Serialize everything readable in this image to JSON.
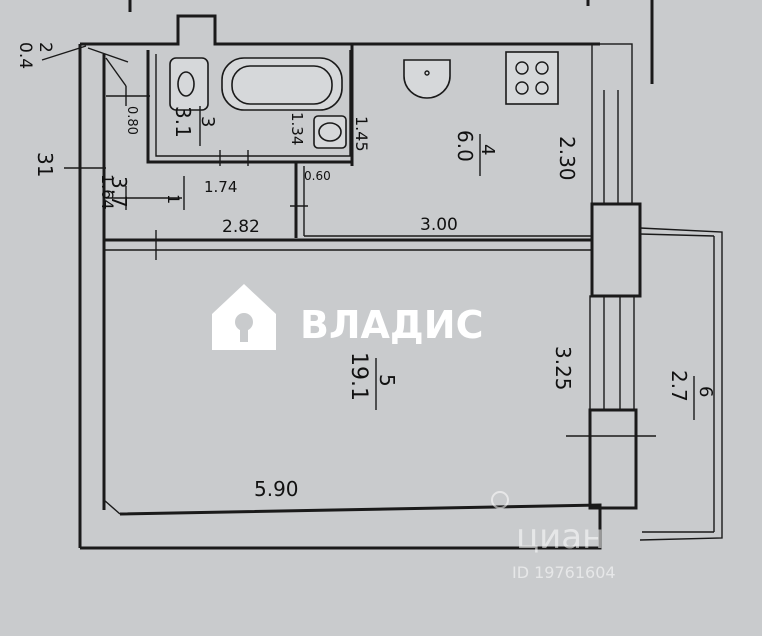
{
  "labels": {
    "r1_num": "1",
    "r1_area": "3.7",
    "r2_num": "2",
    "r2_area": "0.4",
    "r3_num": "3",
    "r3_area": "3.1",
    "r4_num": "4",
    "r4_area": "6.0",
    "r5_num": "5",
    "r5_area": "19.1",
    "r6_num": "6",
    "r6_area": "2.7",
    "d_31": "31",
    "d_164": "1.64",
    "d_080": "0.80",
    "d_174": "1.74",
    "d_134": "1.34",
    "d_145": "1.45",
    "d_060": "0.60",
    "d_282": "2.82",
    "d_300": "3.00",
    "d_230": "2.30",
    "d_325": "3.25",
    "d_590": "5.90"
  },
  "watermark": {
    "brand": "ВЛАДИС",
    "cian": "циан",
    "cian_id": "ID 19761604"
  },
  "icons": {
    "logo": "house-key-icon"
  },
  "colors": {
    "background": "#c9cbcd",
    "line": "#1a1a1a",
    "watermark": "#ffffff"
  }
}
